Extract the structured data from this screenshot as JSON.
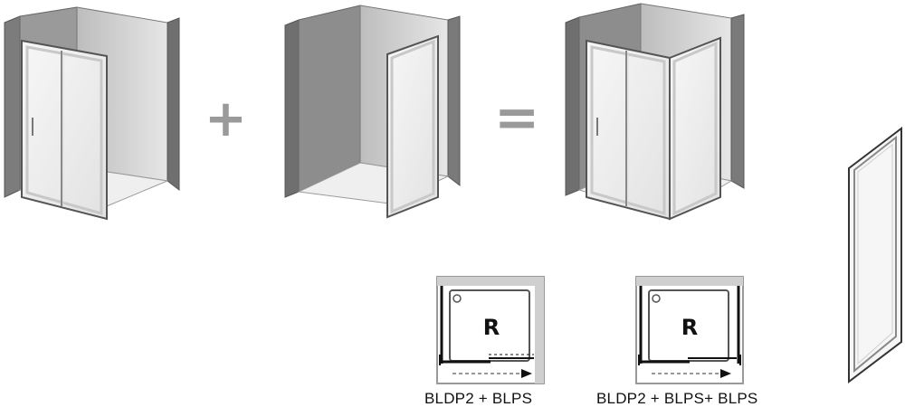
{
  "equation": {
    "plus_symbol": "+",
    "equals_symbol": "="
  },
  "plans": [
    {
      "letter": "R",
      "caption": "BLDP2 + BLPS"
    },
    {
      "letter": "R",
      "caption": "BLDP2 + BLPS+ BLPS"
    }
  ],
  "colors": {
    "wall_front": "#8d8d8d",
    "wall_light": "#d9d9d9",
    "wall_dark": "#6f6f6f",
    "frame": "#e8e8e8",
    "glass": "#f3f3f3",
    "operator": "#9a9a9a",
    "text": "#111111"
  }
}
